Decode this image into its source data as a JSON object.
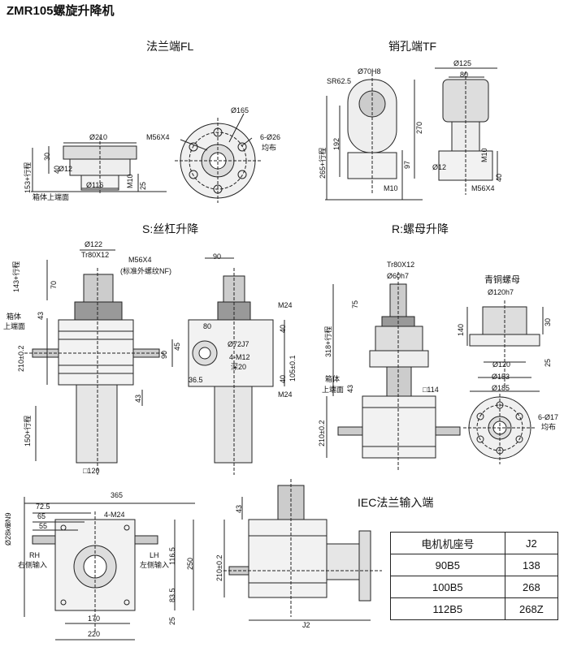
{
  "title": "ZMR105螺旋升降机",
  "sections": {
    "fl": "法兰端FL",
    "tf": "销孔端TF",
    "s": "S:丝杠升降",
    "r": "R:螺母升降",
    "iec": "IEC法兰输入端"
  },
  "fl": {
    "d210": "Ø210",
    "d12": "Ø12",
    "d116": "Ø116",
    "m10": "M10",
    "n25": "25",
    "n30": "30",
    "n40": "40",
    "n153": "153+行程",
    "box_top": "箱体上端面",
    "d165": "Ø165",
    "m56": "M56X4",
    "holes": "6-Ø26",
    "even": "均布"
  },
  "tf": {
    "sr": "SR62.5",
    "d70": "Ø70H8",
    "n192": "192",
    "n265": "265+行程",
    "n270": "270",
    "n97": "97",
    "m10": "M10",
    "d125": "Ø125",
    "n80": "80",
    "d12": "Ø12",
    "m10b": "M10",
    "n40": "40",
    "m56": "M56X4"
  },
  "s": {
    "d122": "Ø122",
    "tr": "Tr80X12",
    "m56": "M56X4",
    "nf": "(标准外螺纹NF)",
    "n143": "143+行程",
    "n70": "70",
    "n43": "43",
    "box": "箱体",
    "top": "上端面",
    "n210": "210±0.2",
    "n43b": "43",
    "n150": "150+行程",
    "sq120": "□120",
    "n90": "90",
    "m24": "M24",
    "n80": "80",
    "d72": "Ø72J7",
    "n45": "45",
    "n90b": "90",
    "m12": "4-M12",
    "deep": "深20",
    "n40a": "40",
    "n105": "105±0.1",
    "n40b": "40",
    "n365": "36.5",
    "m24b": "M24"
  },
  "r": {
    "tr": "Tr80X12",
    "d60": "Ø60h7",
    "n75": "75",
    "n318": "318+行程",
    "box": "箱体",
    "top": "上端面",
    "n43": "43",
    "sq114": "□114",
    "n210": "210±0.2",
    "nut": "青铜螺母",
    "d120h7": "Ø120h7",
    "n140": "140",
    "n30": "30",
    "n25": "25",
    "d120": "Ø120",
    "d153": "Ø153",
    "d185": "Ø185",
    "holes": "6-Ø17",
    "even": "均布"
  },
  "bottom": {
    "n365": "365",
    "n725": "72.5",
    "n65": "65",
    "n55": "55",
    "m24": "4-M24",
    "d28": "Ø28k6",
    "n8n9": "8N9",
    "rh": "RH",
    "rh_in": "右侧输入",
    "lh": "LH",
    "lh_in": "左侧输入",
    "n1165": "116.5",
    "n250": "250",
    "n835": "83.5",
    "n25": "25",
    "n170": "170",
    "n220": "220",
    "n43": "43",
    "n210": "210±0.2",
    "j2": "J2"
  },
  "motor_table": {
    "header": [
      "电机机座号",
      "J2"
    ],
    "rows": [
      [
        "90B5",
        "138"
      ],
      [
        "100B5",
        "268"
      ],
      [
        "112B5",
        "268Z"
      ]
    ]
  }
}
